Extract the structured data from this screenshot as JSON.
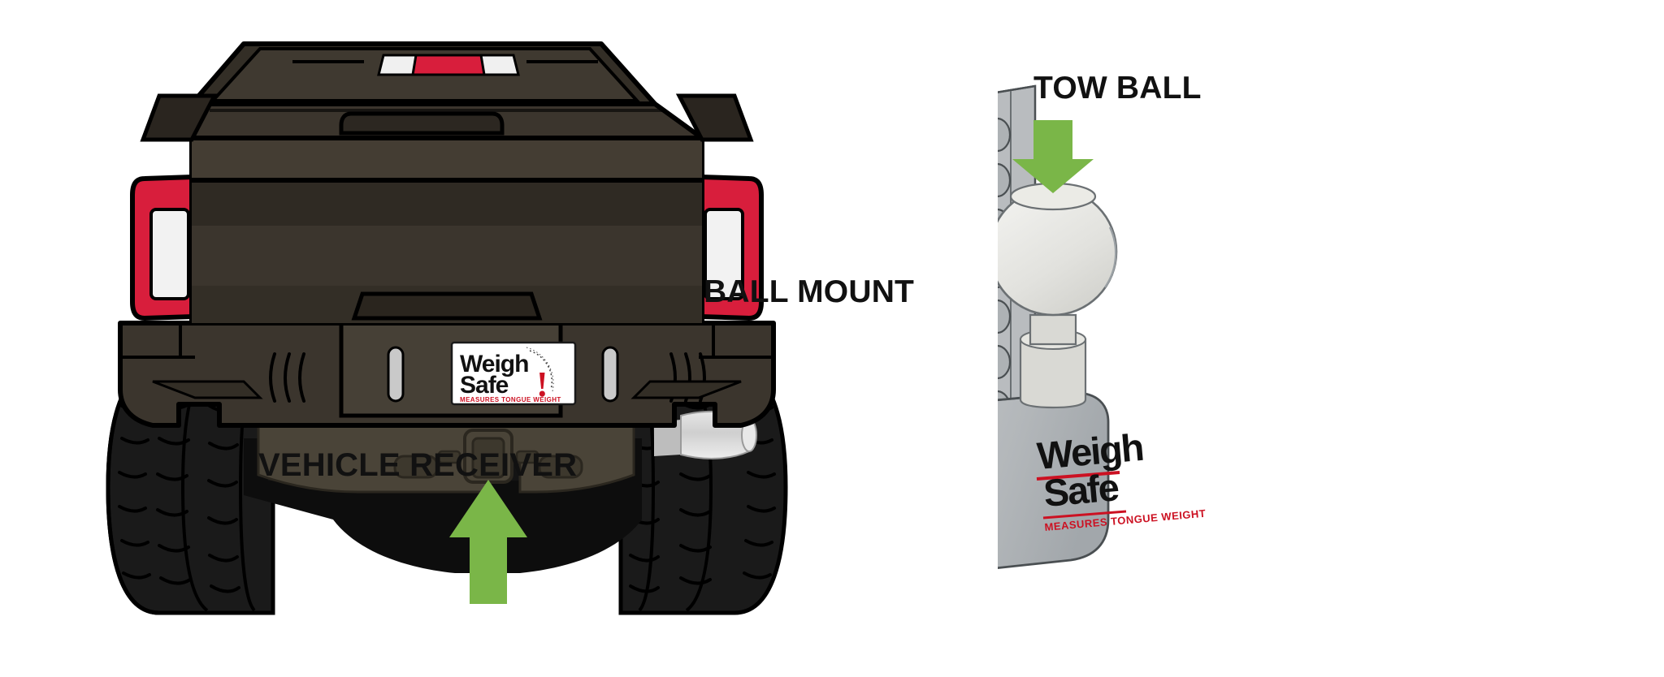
{
  "diagram": {
    "title": "Weigh Safe Hitch Components",
    "background_color": "#ffffff",
    "accent_arrow_color": "#7ab648",
    "labels": [
      {
        "id": "vehicle-receiver",
        "text": "VEHICLE RECEIVER",
        "points_to": "truck-receiver-tube",
        "arrow_direction": "up"
      },
      {
        "id": "ball-mount",
        "text": "BALL MOUNT",
        "points_to": "hitch-shank-arm",
        "arrow_direction": "up-right"
      },
      {
        "id": "tow-ball",
        "text": "TOW BALL",
        "points_to": "hitch-ball",
        "arrow_direction": "down"
      }
    ]
  },
  "truck": {
    "name": "pickup-truck-rear-view",
    "body_color": "#3b352d",
    "body_dark_color": "#2e2921",
    "outline_color": "#000000",
    "taillight_color": "#d81e3c",
    "taillight_lens_color": "#f2f2f2",
    "tire_color": "#1a1a1a",
    "exhaust_color": "#c9c9c9",
    "license_plate": {
      "name": "weigh-safe-license-plate",
      "background": "#ffffff",
      "brand_line1": "Weigh",
      "brand_line2": "Safe",
      "brand_mark": "!",
      "tagline": "MEASURES TONGUE WEIGHT",
      "tagline_color": "#cc1122",
      "text_color": "#111111"
    },
    "brake_light": {
      "name": "third-brake-light",
      "center_color": "#d81e3c",
      "side_color": "#f0f0f0"
    }
  },
  "hitch": {
    "name": "weigh-safe-adjustable-ball-mount",
    "metal_color": "#b9bcbf",
    "metal_light_color": "#cfd2d4",
    "metal_dark_color": "#9aa0a4",
    "outline_color": "#4a4f52",
    "ball": {
      "name": "tow-ball",
      "color": "#e2e2de",
      "highlight_color": "#f2f2ee"
    },
    "shank_hole_count": 7,
    "face_hole_count": 2,
    "gauge": {
      "name": "tongue-weight-gauge",
      "dial_color": "#e8e8e4",
      "needle_color": "#cc1122"
    },
    "lock": {
      "name": "key-lock-cylinder"
    },
    "logo": {
      "brand_line1": "Weigh",
      "brand_line2": "Safe",
      "tagline": "MEASURES TONGUE WEIGHT",
      "text_color": "#111111",
      "tagline_color": "#cc1122",
      "underline_color": "#cc1122"
    }
  }
}
